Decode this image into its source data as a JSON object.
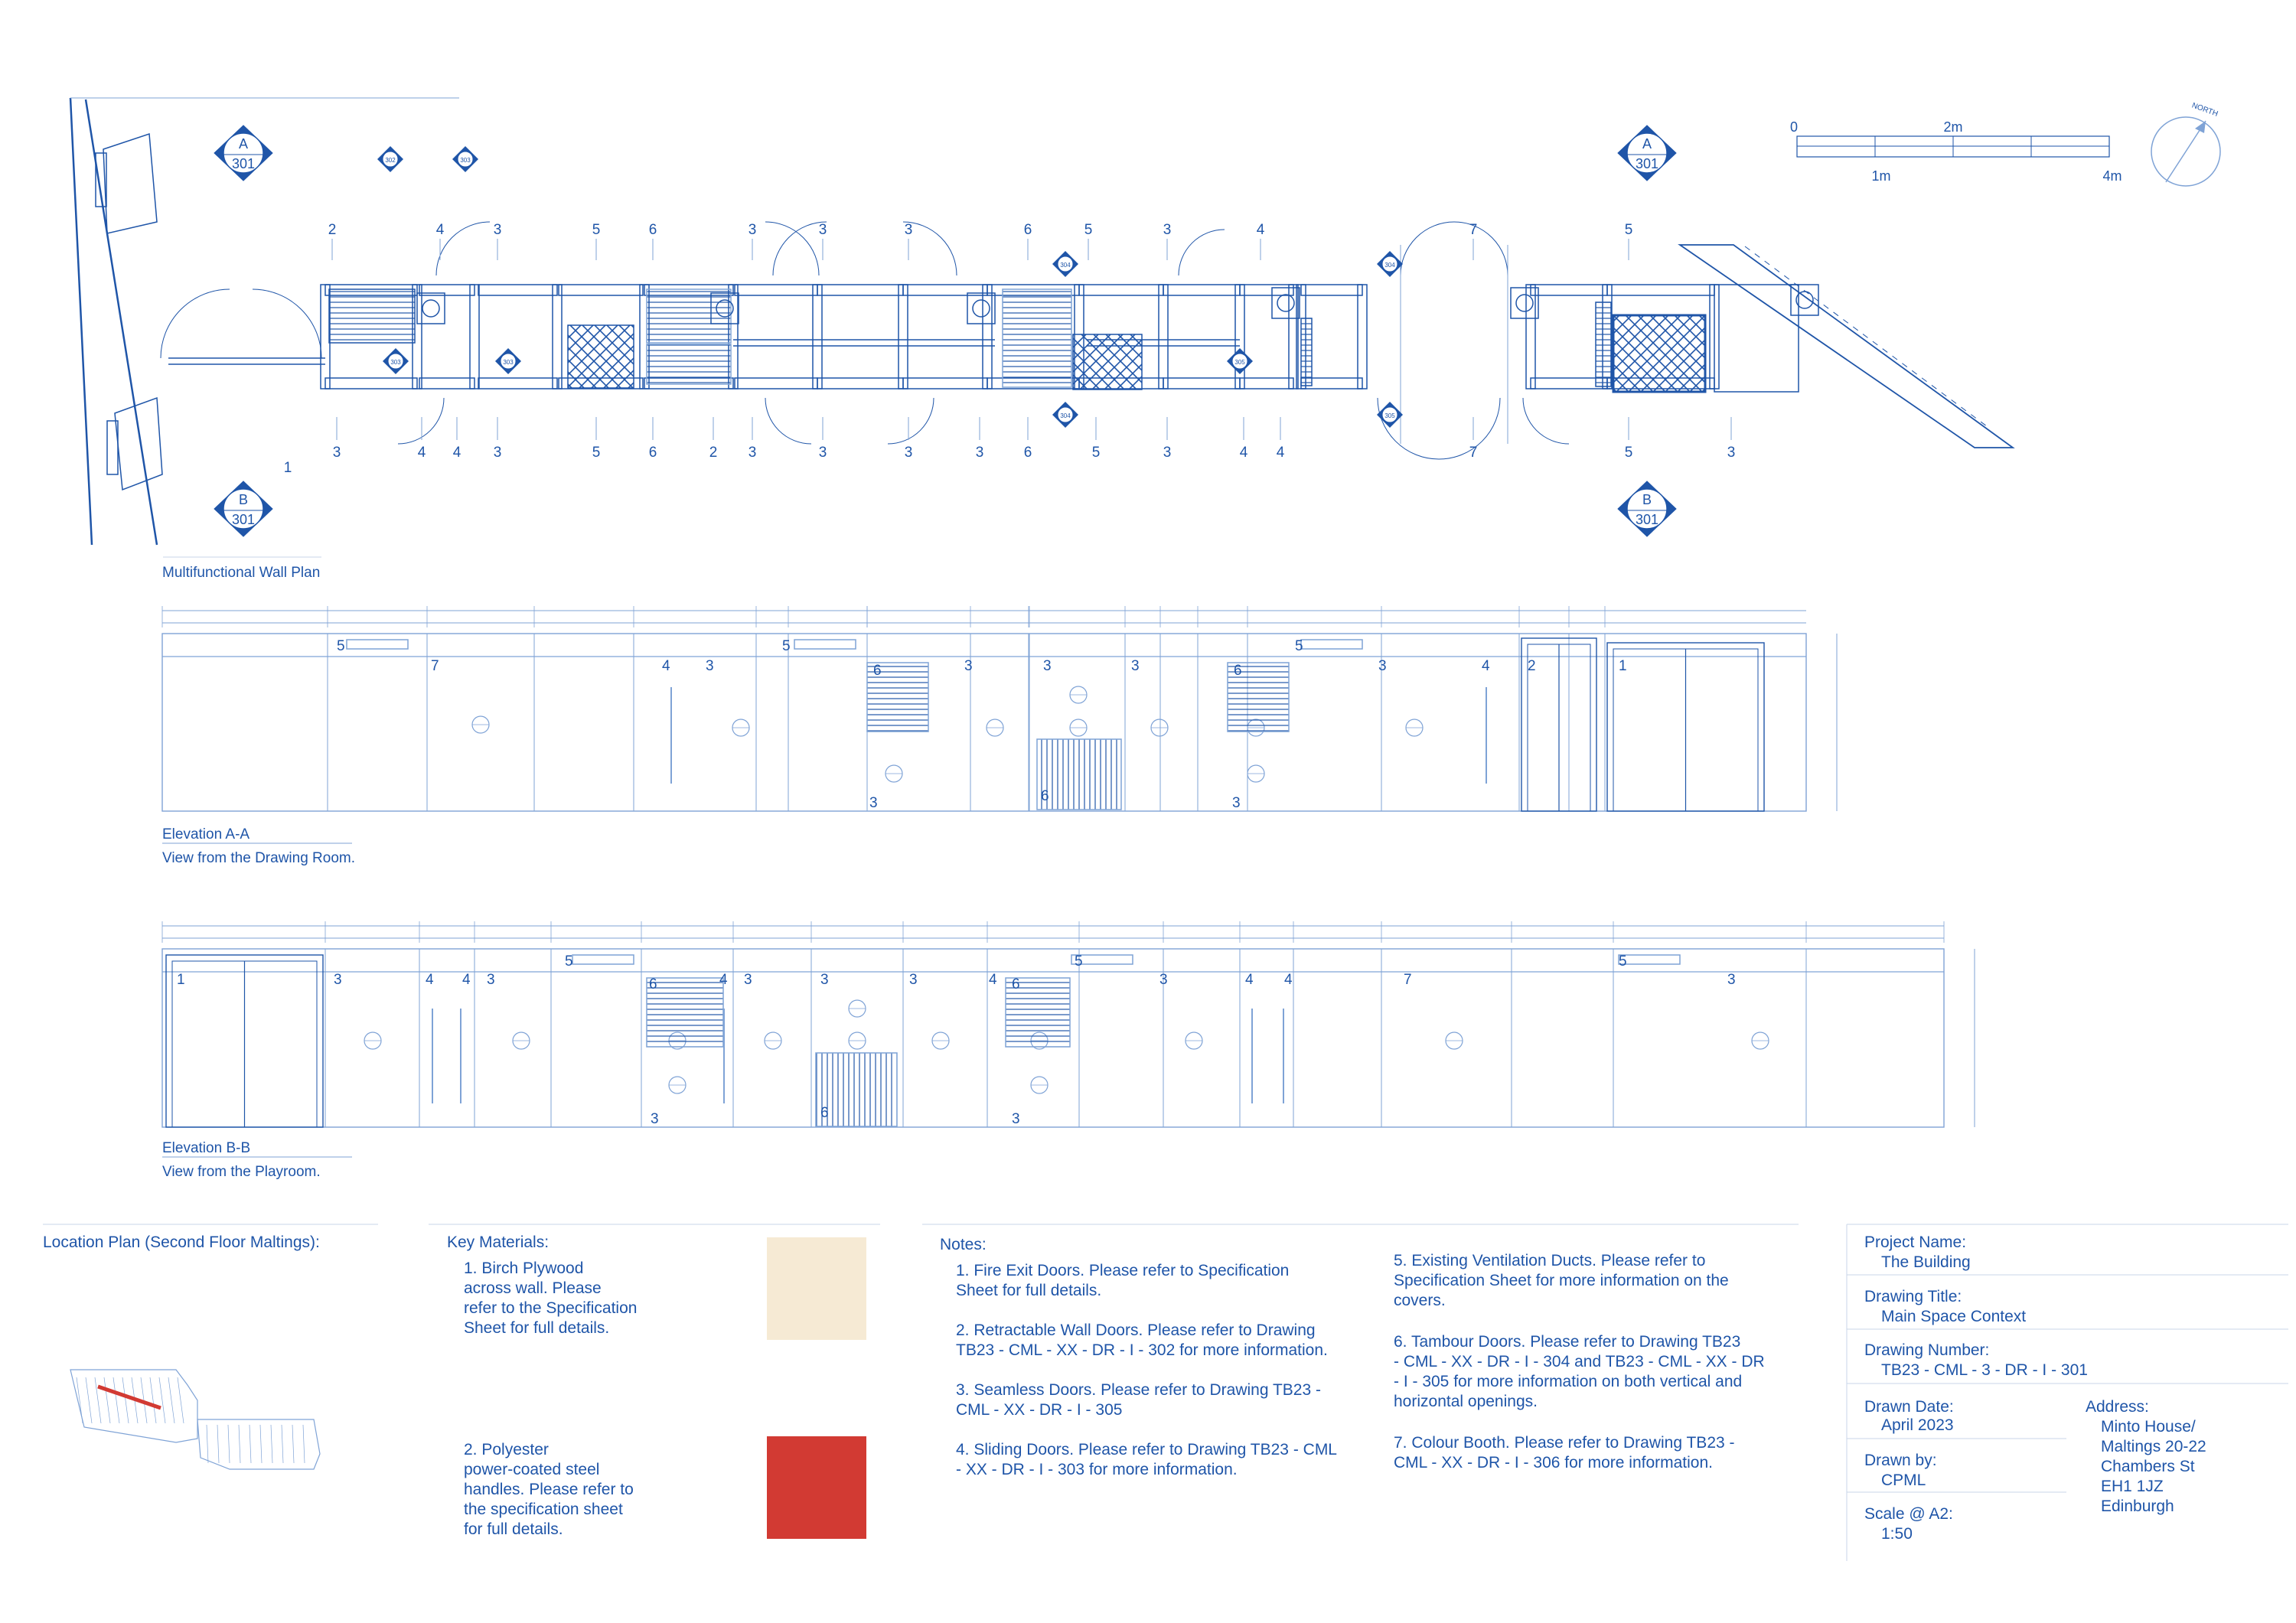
{
  "colors": {
    "line": "#1f55a8",
    "light_line": "#7fa3d6",
    "divider": "#c9d6ea",
    "birch": "#f6ead4",
    "red": "#d23a33"
  },
  "plan": {
    "title": "Multifunctional Wall Plan",
    "scale_bar": {
      "labels": [
        "0",
        "2m",
        "1m",
        "4m"
      ]
    },
    "north": "NORTH",
    "section_markers": [
      {
        "letter": "A",
        "sheet": "301"
      },
      {
        "letter": "A",
        "sheet": "301"
      },
      {
        "letter": "B",
        "sheet": "301"
      },
      {
        "letter": "B",
        "sheet": "301"
      }
    ],
    "small_markers": [
      "302",
      "303",
      "303",
      "303",
      "304",
      "304",
      "304",
      "305",
      "305"
    ],
    "top_numbers": [
      "2",
      "4",
      "3",
      "5",
      "6",
      "3",
      "3",
      "3",
      "6",
      "5",
      "3",
      "4",
      "7",
      "5"
    ],
    "bottom_numbers": [
      "3",
      "4",
      "4",
      "3",
      "5",
      "6",
      "2",
      "3",
      "3",
      "3",
      "3",
      "6",
      "5",
      "3",
      "4",
      "4",
      "7",
      "5",
      "3"
    ],
    "side_number": "1"
  },
  "elevation_a": {
    "title": "Elevation A-A",
    "subtitle": "View from the Drawing Room.",
    "tags": [
      "5",
      "7",
      "5",
      "4",
      "3",
      "6",
      "3",
      "3",
      "3",
      "6",
      "5",
      "3",
      "4",
      "2",
      "1",
      "3",
      "6",
      "3"
    ]
  },
  "elevation_b": {
    "title": "Elevation B-B",
    "subtitle": "View from the Playroom.",
    "tags": [
      "1",
      "3",
      "4",
      "4",
      "3",
      "5",
      "6",
      "4",
      "3",
      "3",
      "3",
      "4",
      "6",
      "5",
      "3",
      "4",
      "4",
      "7",
      "5",
      "3",
      "3",
      "6",
      "3"
    ]
  },
  "location": {
    "title": "Location Plan (Second Floor Maltings):"
  },
  "materials": {
    "title": "Key Materials:",
    "items": [
      {
        "lines": [
          "1.  Birch Plywood",
          "across wall. Please",
          "refer to the Specification",
          "Sheet for full details."
        ],
        "color": "#f6ead4"
      },
      {
        "lines": [
          "2. Polyester",
          "power-coated steel",
          "handles. Please refer to",
          "the specification sheet",
          "for full details."
        ],
        "color": "#d23a33"
      }
    ]
  },
  "notes": {
    "title": "Notes:",
    "left": [
      [
        "1.  Fire Exit Doors. Please refer to Specification",
        "Sheet for full details."
      ],
      [
        "2.  Retractable Wall Doors. Please refer to Drawing",
        "TB23 - CML - XX - DR - I - 302 for more information."
      ],
      [
        "3. Seamless Doors. Please refer to Drawing TB23 -",
        "CML - XX - DR - I - 305"
      ],
      [
        "4. Sliding Doors. Please refer to Drawing TB23 - CML",
        "- XX - DR - I - 303 for more information."
      ]
    ],
    "right": [
      [
        "5.      Existing  Ventilation  Ducts.  Please  refer  to",
        "Specification  Sheet  for  more  information  on  the",
        "covers."
      ],
      [
        "6.      Tambour Doors. Please refer to Drawing TB23",
        "- CML - XX - DR - I - 304 and TB23 - CML - XX - DR",
        "- I - 305 for more information on both vertical and",
        "horizontal openings."
      ],
      [
        "7.      Colour Booth. Please refer to Drawing TB23 -",
        "CML - XX - DR - I - 306 for more information."
      ]
    ]
  },
  "title_block": {
    "project_name_label": "Project Name:",
    "project_name": "The Building",
    "drawing_title_label": "Drawing Title:",
    "drawing_title": "Main Space Context",
    "drawing_number_label": "Drawing Number:",
    "drawing_number": "TB23 - CML - 3 - DR - I - 301",
    "drawn_date_label": "Drawn Date:",
    "drawn_date": "April 2023",
    "drawn_by_label": "Drawn by:",
    "drawn_by": "CPML",
    "scale_label": "Scale @ A2:",
    "scale": "1:50",
    "address_label": "Address:",
    "address_lines": [
      "Minto House/",
      "Maltings 20-22",
      "Chambers St",
      "EH1 1JZ",
      "Edinburgh"
    ]
  }
}
